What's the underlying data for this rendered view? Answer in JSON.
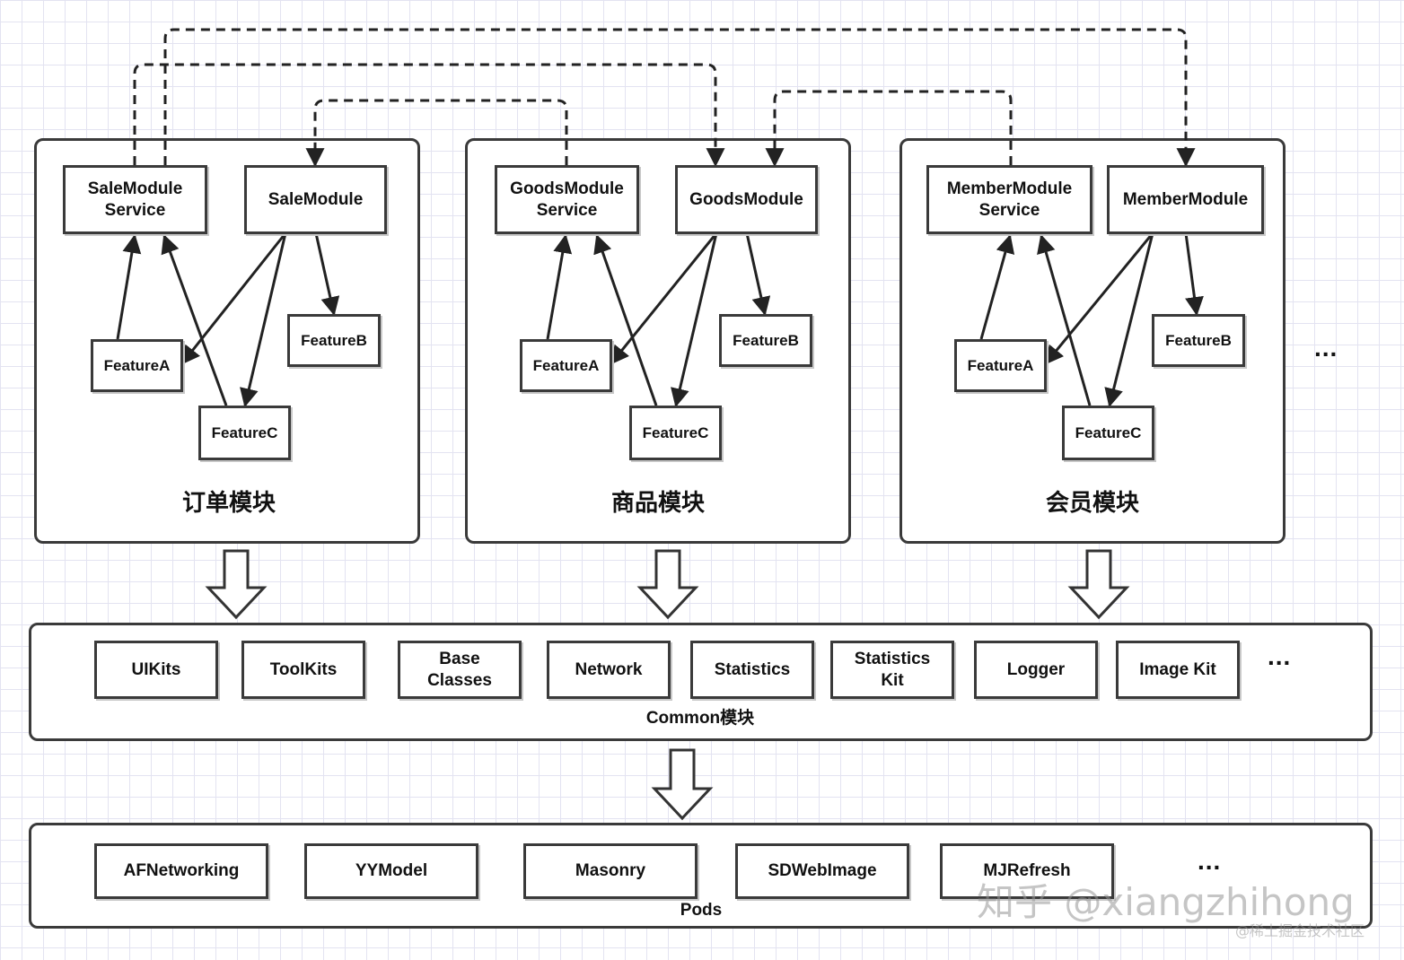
{
  "modules": [
    {
      "title": "订单模块",
      "service": "SaleModule\nService",
      "main": "SaleModule",
      "feature_a": "FeatureA",
      "feature_b": "FeatureB",
      "feature_c": "FeatureC"
    },
    {
      "title": "商品模块",
      "service": "GoodsModule\nService",
      "main": "GoodsModule",
      "feature_a": "FeatureA",
      "feature_b": "FeatureB",
      "feature_c": "FeatureC"
    },
    {
      "title": "会员模块",
      "service": "MemberModule\nService",
      "main": "MemberModule",
      "feature_a": "FeatureA",
      "feature_b": "FeatureB",
      "feature_c": "FeatureC"
    }
  ],
  "modules_more": "...",
  "common": {
    "title": "Common模块",
    "items": [
      "UIKits",
      "ToolKits",
      "Base\nClasses",
      "Network",
      "Statistics",
      "Statistics\nKit",
      "Logger",
      "Image Kit"
    ],
    "more": "..."
  },
  "pods": {
    "title": "Pods",
    "items": [
      "AFNetworking",
      "YYModel",
      "Masonry",
      "SDWebImage",
      "MJRefresh"
    ],
    "more": "..."
  },
  "watermark": {
    "main": "知乎 @xiangzhihong",
    "sub": "@稀土掘金技术社区"
  }
}
